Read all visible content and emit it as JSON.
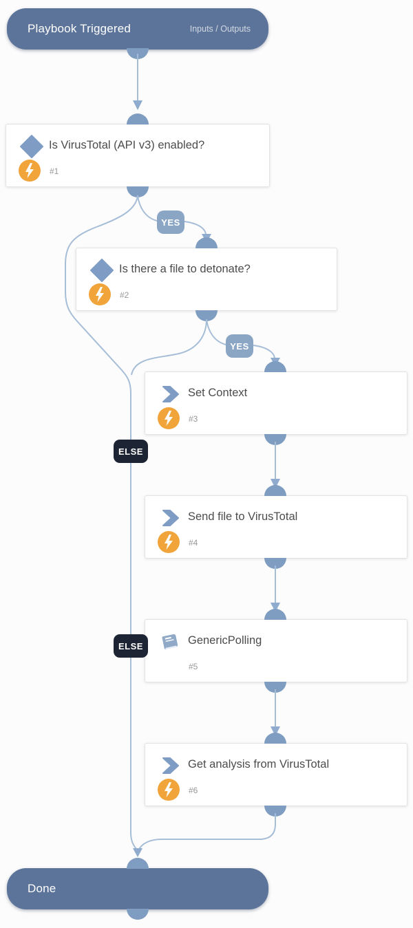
{
  "diagram": {
    "start_node": {
      "title": "Playbook Triggered",
      "link": "Inputs / Outputs"
    },
    "end_node": {
      "title": "Done"
    },
    "tasks": [
      {
        "id": "#1",
        "title": "Is VirusTotal (API v3) enabled?",
        "icon": "condition-diamond",
        "has_automation": true
      },
      {
        "id": "#2",
        "title": "Is there a file to detonate?",
        "icon": "condition-diamond",
        "has_automation": true
      },
      {
        "id": "#3",
        "title": "Set Context",
        "icon": "task-chevron",
        "has_automation": true
      },
      {
        "id": "#4",
        "title": "Send file to VirusTotal",
        "icon": "task-chevron",
        "has_automation": true
      },
      {
        "id": "#5",
        "title": "GenericPolling",
        "icon": "subplaybook-book",
        "has_automation": false
      },
      {
        "id": "#6",
        "title": "Get analysis from VirusTotal",
        "icon": "task-chevron",
        "has_automation": true
      }
    ],
    "labels": {
      "yes": "YES",
      "else": "ELSE"
    },
    "colors": {
      "pill": "#5c7499",
      "connector_dome": "#7e9dc1",
      "connector_line": "#a6bdd7",
      "yes_badge": "#8ba6c5",
      "else_badge": "#1d2433",
      "condition_icon": "#7e9cc4",
      "automation_icon": "#f0a43a",
      "book_icon": "#8fa9c7",
      "box_border": "#e3e3e3",
      "title_text": "#4c4c4c",
      "id_text": "#979797"
    }
  }
}
